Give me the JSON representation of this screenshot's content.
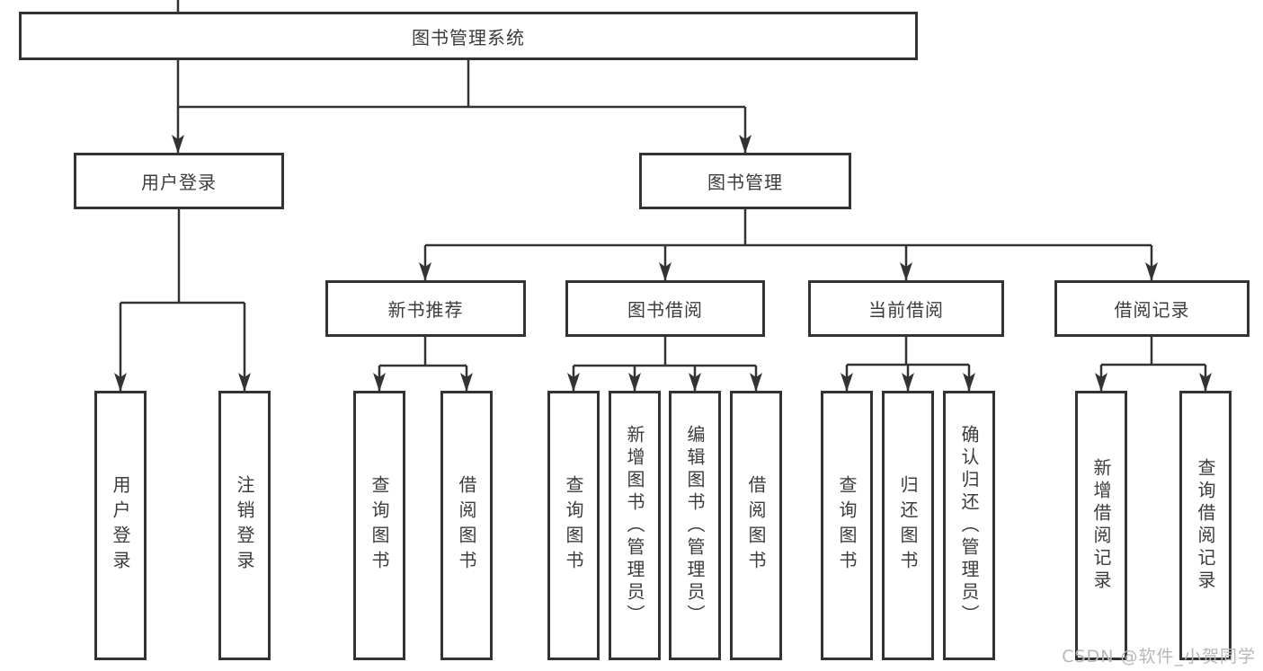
{
  "diagram": {
    "type": "hierarchy-tree",
    "nodes": {
      "root": "图书管理系统",
      "level2": [
        "用户登录",
        "图书管理"
      ],
      "level3": [
        "新书推荐",
        "图书借阅",
        "当前借阅",
        "借阅记录"
      ],
      "leaves": [
        "用户登录",
        "注销登录",
        "查询图书",
        "借阅图书",
        "查询图书",
        "新增图书（管理员）",
        "编辑图书（管理员）",
        "借阅图书",
        "查询图书",
        "归还图书",
        "确认归还（管理员）",
        "新增借阅记录",
        "查询借阅记录"
      ]
    },
    "edges": [
      {
        "from": "图书管理系统",
        "to": [
          "用户登录",
          "图书管理"
        ]
      },
      {
        "from": "用户登录",
        "to": [
          "用户登录",
          "注销登录"
        ]
      },
      {
        "from": "图书管理",
        "to": [
          "新书推荐",
          "图书借阅",
          "当前借阅",
          "借阅记录"
        ]
      },
      {
        "from": "新书推荐",
        "to": [
          "查询图书",
          "借阅图书"
        ]
      },
      {
        "from": "图书借阅",
        "to": [
          "查询图书",
          "新增图书（管理员）",
          "编辑图书（管理员）",
          "借阅图书"
        ]
      },
      {
        "from": "当前借阅",
        "to": [
          "查询图书",
          "归还图书",
          "确认归还（管理员）"
        ]
      },
      {
        "from": "借阅记录",
        "to": [
          "新增借阅记录",
          "查询借阅记录"
        ]
      }
    ],
    "colors": {
      "line": "#333333",
      "text": "#3c3c3c",
      "background": "#ffffff",
      "watermark_text": "#b7b7b7"
    }
  },
  "watermark": "CSDN @软件_小贺同学"
}
